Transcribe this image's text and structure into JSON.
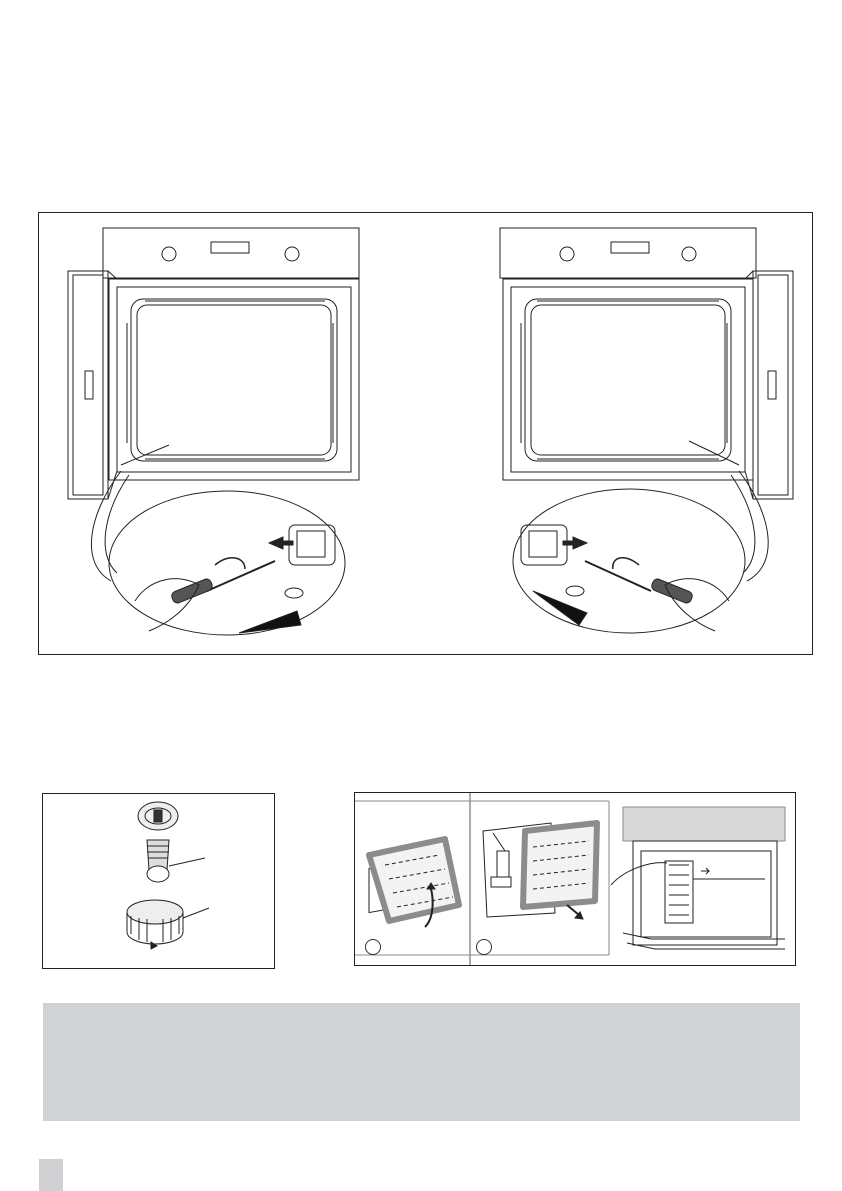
{
  "figures": {
    "door_removal": {
      "panels": [
        "door-hinge-left",
        "door-hinge-right"
      ]
    },
    "lamp": {
      "parts": [
        "lamp-cover-glass",
        "bulb",
        "lamp-holder"
      ]
    },
    "filter": {
      "steps": [
        {
          "number": ""
        },
        {
          "number": ""
        }
      ]
    }
  },
  "note": {
    "text": ""
  },
  "footer": {
    "page_number": ""
  },
  "colors": {
    "note_background": "#d1d2d4",
    "line": "#222222",
    "filter_frame": "#8c8c8c"
  }
}
